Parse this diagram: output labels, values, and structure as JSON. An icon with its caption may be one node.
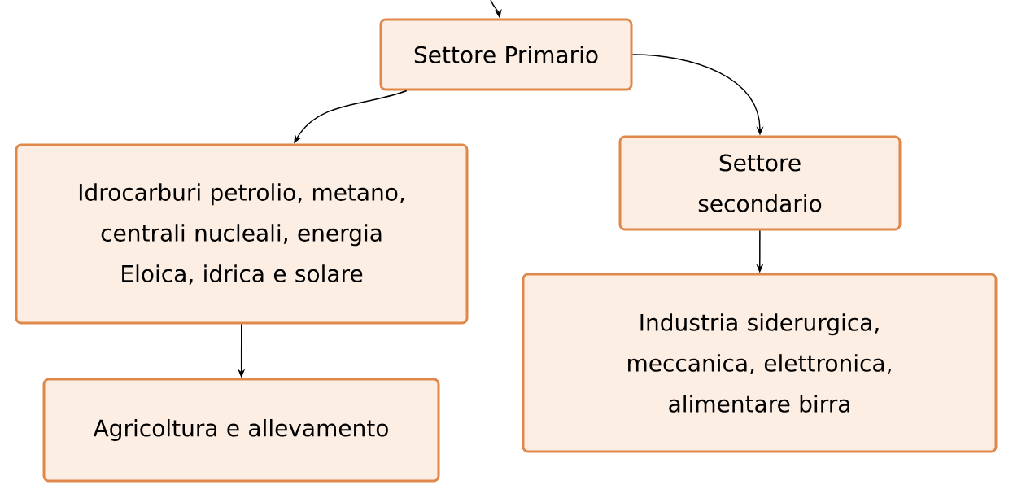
{
  "diagram": {
    "nodes": [
      {
        "text": [
          "Settore Primario"
        ]
      },
      {
        "text": [
          "Idrocarburi petrolio, metano, centrali nucleali, energia Eloica, idrica e solare"
        ]
      },
      {
        "text": [
          "Settore secondario"
        ]
      },
      {
        "text": [
          "Agricoltura e allevamento"
        ]
      },
      {
        "text": [
          "Industria siderurgica, meccanica, elettronica, alimentare birra"
        ]
      }
    ],
    "edges": [
      {
        "from": null,
        "to": 0,
        "arrow": "to"
      },
      {
        "from": 0,
        "to": 1,
        "arrow": "to"
      },
      {
        "from": 0,
        "to": 2,
        "arrow": "to"
      },
      {
        "from": 1,
        "to": 3,
        "arrow": "to"
      },
      {
        "from": 2,
        "to": 4,
        "arrow": "to"
      }
    ]
  }
}
